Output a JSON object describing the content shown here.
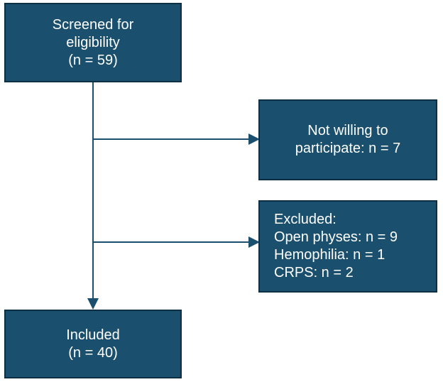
{
  "colors": {
    "box_fill": "#1a4f6e",
    "box_border": "#0d2f45",
    "connector": "#1a4f6e",
    "text": "#ffffff"
  },
  "flow": {
    "screened": {
      "lines": [
        "Screened for",
        "eligibility",
        "(n = 59)"
      ]
    },
    "not_willing": {
      "lines": [
        "Not willing to",
        "participate: n = 7"
      ]
    },
    "excluded": {
      "lines": [
        "Excluded:",
        "Open physes: n = 9",
        "Hemophilia: n = 1",
        "CRPS: n = 2"
      ]
    },
    "included": {
      "lines": [
        "Included",
        "(n = 40)"
      ]
    }
  }
}
